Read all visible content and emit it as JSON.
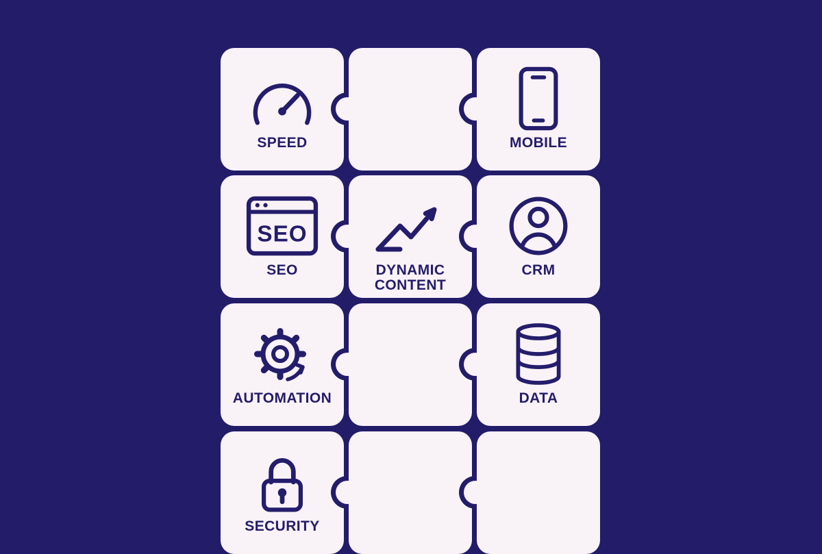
{
  "colors": {
    "background": "#231c69",
    "tile": "#f9f2f7",
    "ink": "#241d6b"
  },
  "grid": {
    "rows": 4,
    "cols": 3,
    "tiles": [
      {
        "id": "speed",
        "label": "SPEED",
        "icon": "speedometer-icon"
      },
      {
        "id": "blank-1",
        "label": "",
        "icon": ""
      },
      {
        "id": "mobile",
        "label": "MOBILE",
        "icon": "smartphone-icon"
      },
      {
        "id": "seo",
        "label": "SEO",
        "icon": "seo-browser-icon",
        "icon_text": "SEO"
      },
      {
        "id": "dynamic-content",
        "label": "DYNAMIC CONTENT",
        "icon": "growth-chart-arrow-icon"
      },
      {
        "id": "crm",
        "label": "CRM",
        "icon": "user-circle-icon"
      },
      {
        "id": "automation",
        "label": "AUTOMATION",
        "icon": "gear-icon"
      },
      {
        "id": "blank-2",
        "label": "",
        "icon": ""
      },
      {
        "id": "data",
        "label": "DATA",
        "icon": "database-icon"
      },
      {
        "id": "security",
        "label": "SECURITY",
        "icon": "padlock-icon"
      },
      {
        "id": "blank-3",
        "label": "",
        "icon": ""
      },
      {
        "id": "blank-4",
        "label": "",
        "icon": ""
      }
    ]
  }
}
